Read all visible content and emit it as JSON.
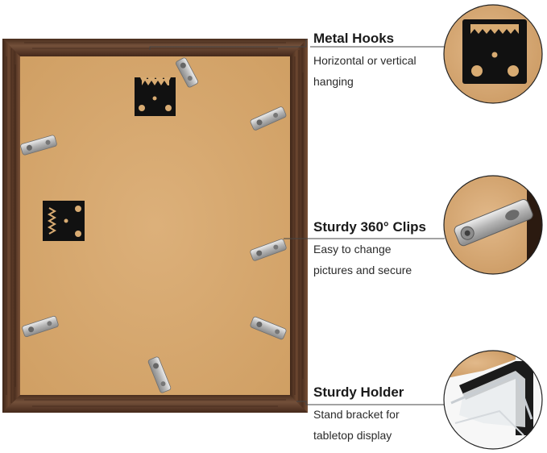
{
  "features": [
    {
      "title": "Metal Hooks",
      "desc_line1": "Horizontal or vertical",
      "desc_line2": "hanging",
      "detail_icon": "sawtooth-hanger-icon"
    },
    {
      "title": "Sturdy 360° Clips",
      "desc_line1": "Easy to change",
      "desc_line2": "pictures and secure",
      "detail_icon": "turn-clip-icon"
    },
    {
      "title": "Sturdy Holder",
      "desc_line1": "Stand bracket for",
      "desc_line2": "tabletop display",
      "detail_icon": "corner-bracket-icon"
    }
  ],
  "colors": {
    "frame_wood": "#5a3a26",
    "backing_board": "#d8ab72",
    "hardware_black": "#111111",
    "clip_metal": "#bfbfbf"
  }
}
